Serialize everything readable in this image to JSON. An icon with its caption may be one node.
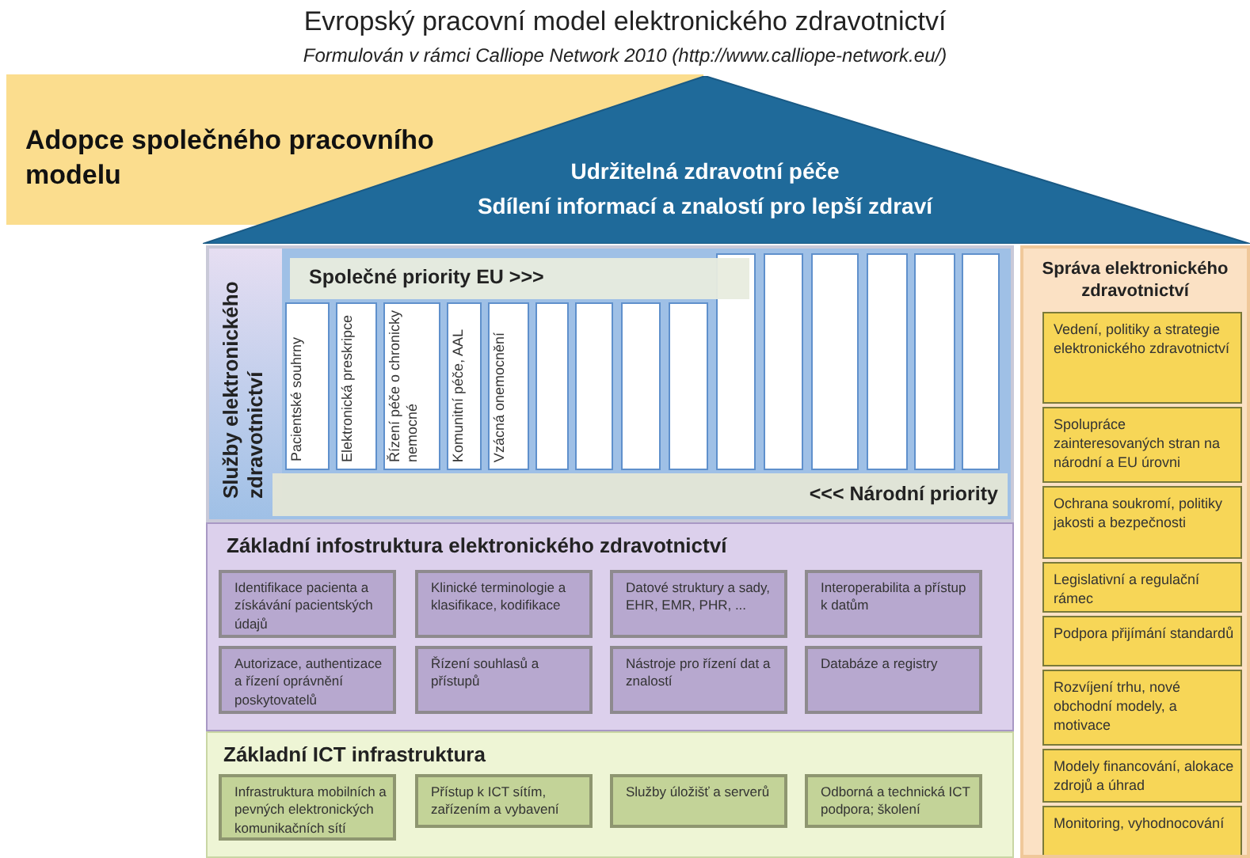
{
  "diagram": {
    "title": "Evropský pracovní model elektronického zdravotnictví",
    "nodes": [
      {
        "text": [
          "Adopce společného pracovního modelu"
        ]
      },
      {
        "text": [
          "Udržitelná zdravotní péče",
          "Sdílení informací a znalostí pro lepší zdraví"
        ]
      },
      {
        "text": [
          "Služby elektronického zdravotnictví"
        ]
      },
      {
        "text": [
          "Společné priority EU >>>"
        ],
        "in": 2
      },
      {
        "text": [
          "Pacientské souhrny"
        ],
        "in": 2
      },
      {
        "text": [
          "Elektronická preskripce"
        ],
        "in": 2
      },
      {
        "text": [
          "Řízení péče o chronicky nemocné"
        ],
        "in": 2
      },
      {
        "text": [
          "Komunitní péče, AAL"
        ],
        "in": 2
      },
      {
        "text": [
          "Vzácná onemocnění"
        ],
        "in": 2
      },
      {
        "text": [],
        "shape": "bar",
        "in": 2
      },
      {
        "text": [],
        "shape": "bar",
        "in": 2
      },
      {
        "text": [],
        "shape": "bar",
        "in": 2
      },
      {
        "text": [],
        "shape": "bar",
        "in": 2
      },
      {
        "text": [],
        "shape": "bar",
        "in": 2
      },
      {
        "text": [],
        "shape": "bar",
        "in": 2
      },
      {
        "text": [],
        "shape": "bar",
        "in": 2
      },
      {
        "text": [],
        "shape": "bar",
        "in": 2
      },
      {
        "text": [],
        "shape": "bar",
        "in": 2
      },
      {
        "text": [],
        "shape": "bar",
        "in": 2
      },
      {
        "text": [
          "<<< Národní priority"
        ],
        "in": 2
      },
      {
        "text": [
          "Základní infostruktura elektronického zdravotnictví"
        ]
      },
      {
        "text": [
          "Identifikace pacienta a získávání pacientských údajů"
        ],
        "in": 20
      },
      {
        "text": [
          "Klinické terminologie a klasifikace, kodifikace"
        ],
        "in": 20
      },
      {
        "text": [
          "Datové struktury a sady, EHR, EMR, PHR, ..."
        ],
        "in": 20
      },
      {
        "text": [
          "Interoperabilita a přístup k datům"
        ],
        "in": 20
      },
      {
        "text": [
          "Autorizace, authentizace a řízení oprávnění poskytovatelů"
        ],
        "in": 20
      },
      {
        "text": [
          "Řízení souhlasů a přístupů"
        ],
        "in": 20
      },
      {
        "text": [
          "Nástroje pro řízení dat a znalostí"
        ],
        "in": 20
      },
      {
        "text": [
          "Databáze a registry"
        ],
        "in": 20
      },
      {
        "text": [
          "Základní ICT infrastruktura"
        ]
      },
      {
        "text": [
          "Infrastruktura mobilních a pevných elektronických komunikačních sítí"
        ],
        "in": 29
      },
      {
        "text": [
          "Přístup k ICT sítím, zařízením a vybavení"
        ],
        "in": 29
      },
      {
        "text": [
          "Služby úložišť a serverů"
        ],
        "in": 29
      },
      {
        "text": [
          "Odborná a technická ICT podpora; školení"
        ],
        "in": 29
      },
      {
        "text": [
          "Správa elektronického zdravotnictví"
        ]
      },
      {
        "text": [
          "Vedení, politiky a strategie elektronického zdravotnictví"
        ],
        "in": 34
      },
      {
        "text": [
          "Spolupráce zainteresovaných stran na národní a EU úrovni"
        ],
        "in": 34
      },
      {
        "text": [
          "Ochrana soukromí, politiky jakosti a bezpečnosti"
        ],
        "in": 34
      },
      {
        "text": [
          "Legislativní a regulační rámec"
        ],
        "in": 34
      },
      {
        "text": [
          "Podpora přijímání standardů"
        ],
        "in": 34
      },
      {
        "text": [
          "Rozvíjení trhu, nové obchodní modely, a motivace"
        ],
        "in": 34
      },
      {
        "text": [
          "Modely financování, alokace zdrojů a úhrad"
        ],
        "in": 34
      },
      {
        "text": [
          "Monitoring, vyhodnocování"
        ],
        "in": 34
      }
    ],
    "labels": [
      "Formulován v rámci Calliope Network 2010 (http://www.calliope-network.eu/)"
    ]
  }
}
